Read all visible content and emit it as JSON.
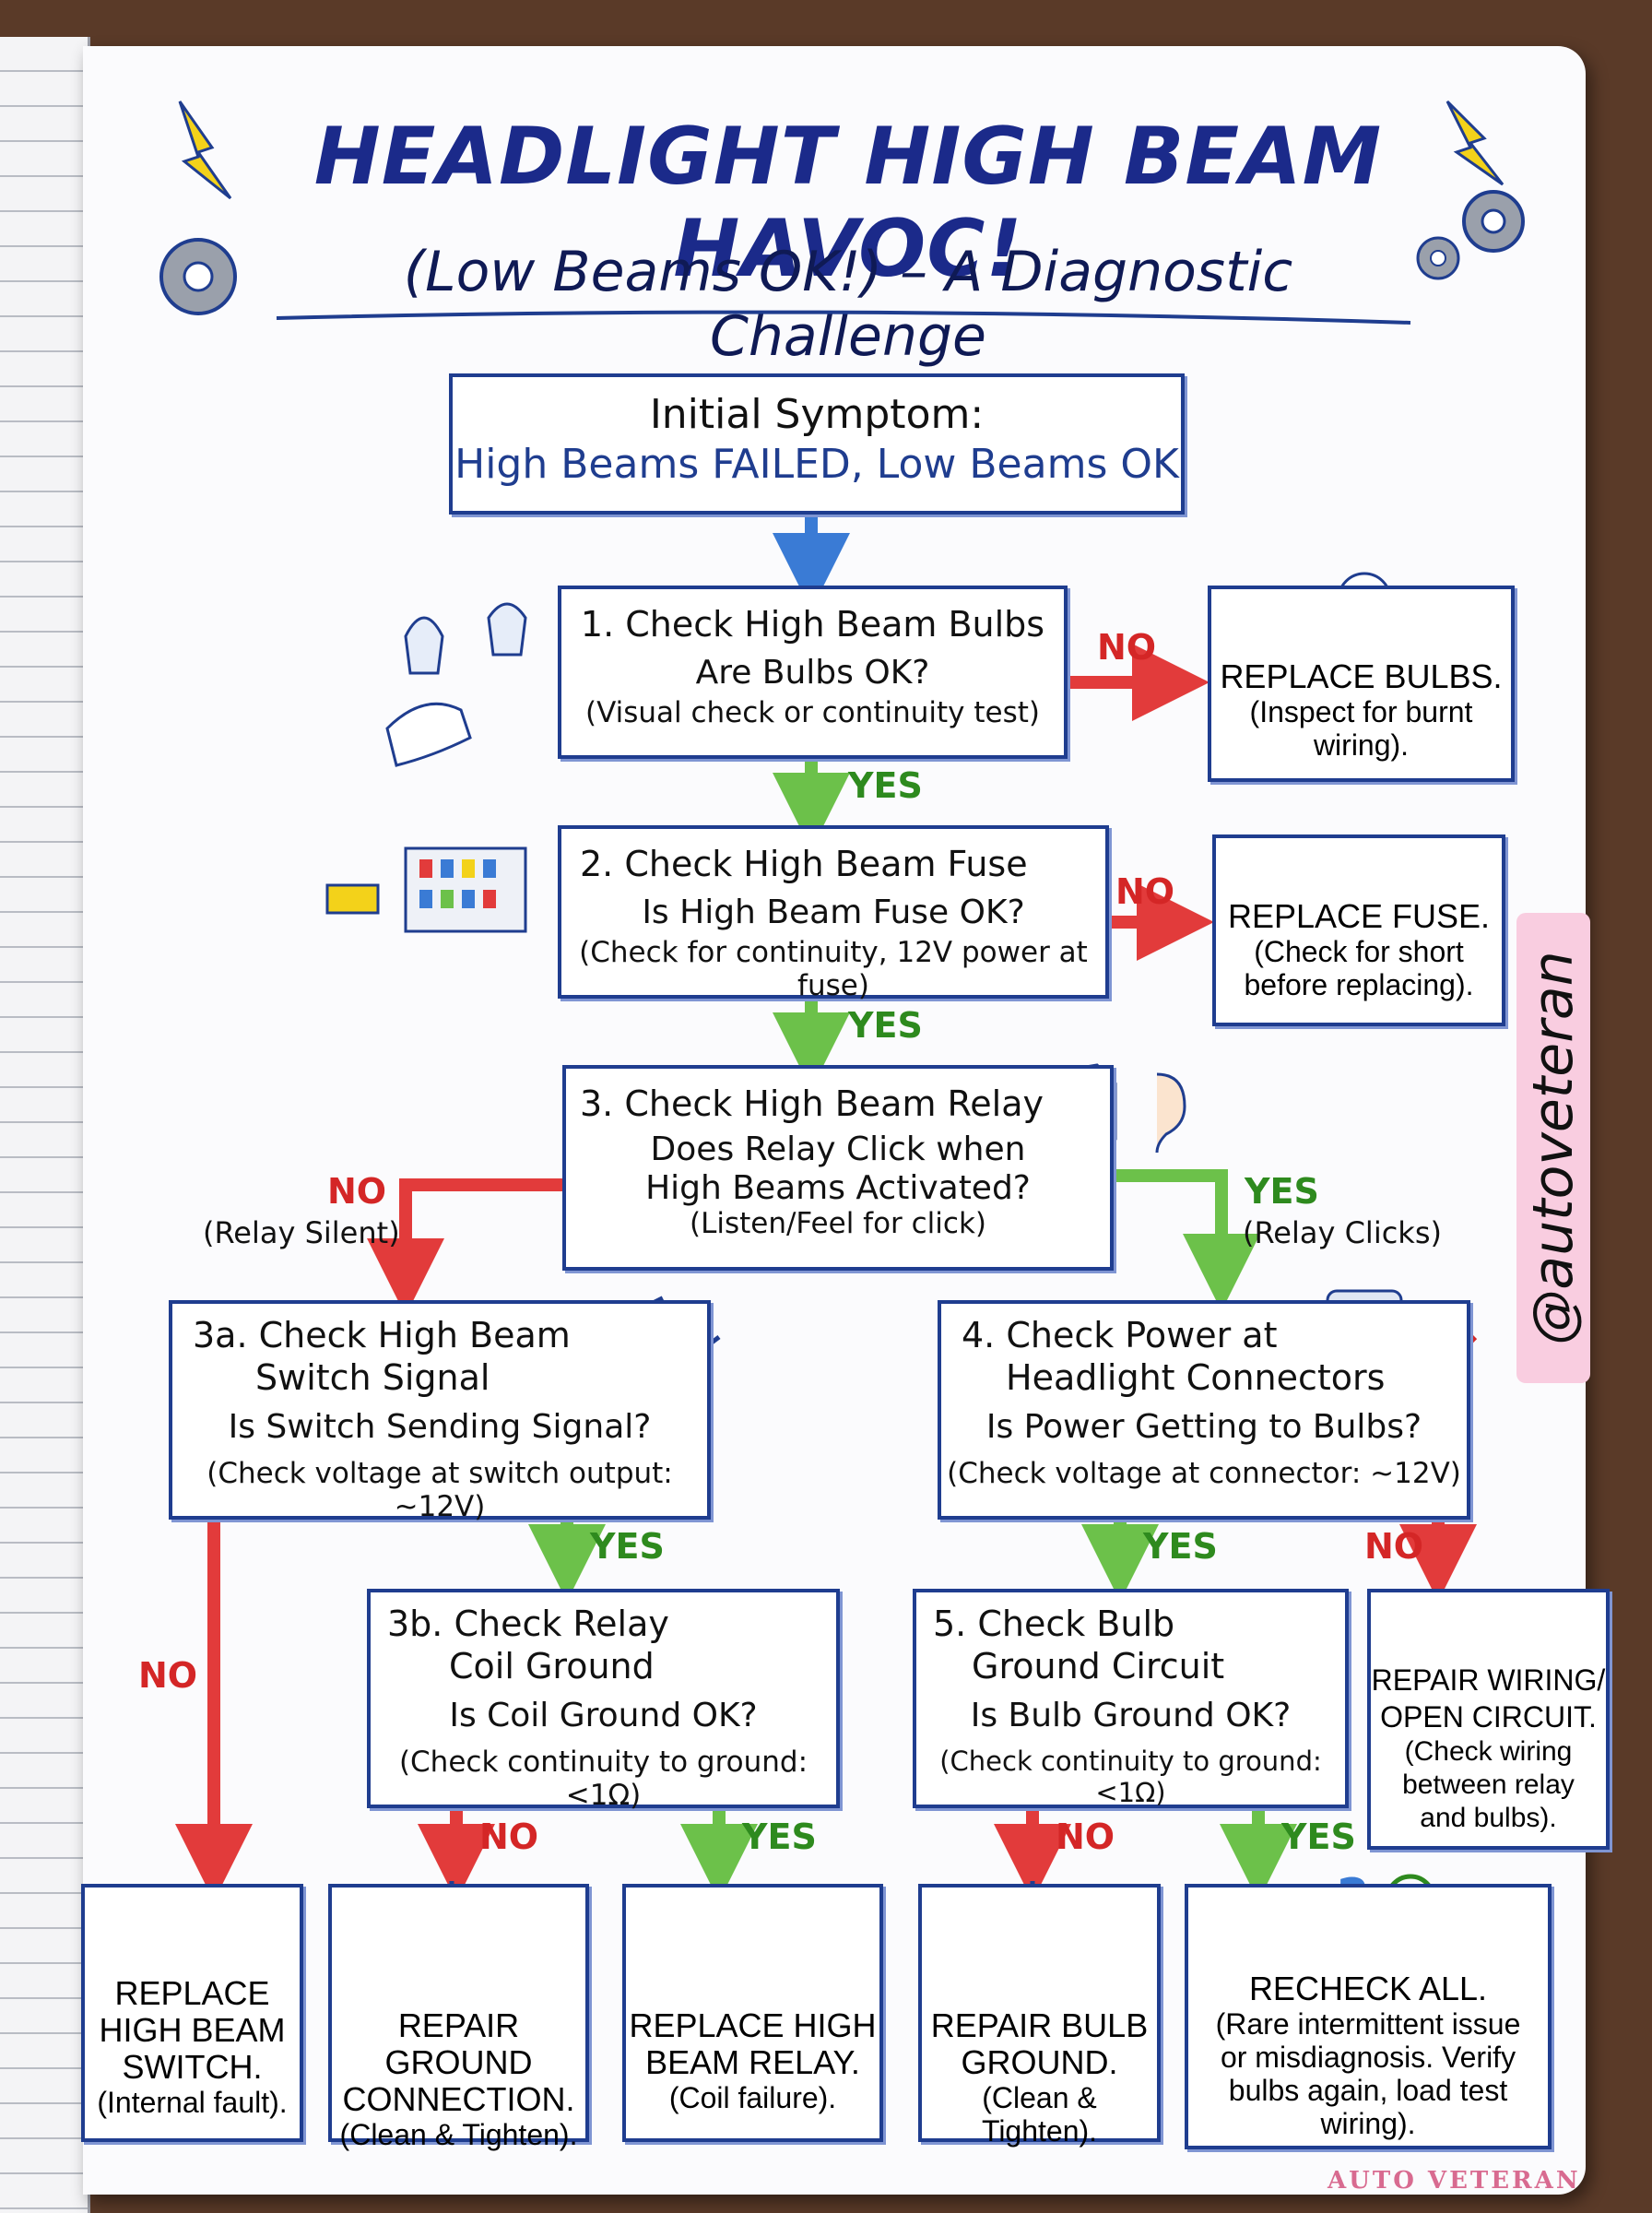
{
  "title": "HEADLIGHT HIGH BEAM HAVOC!",
  "subtitle": "(Low Beams OK!) – A Diagnostic Challenge",
  "watermark": "@autoveteran",
  "brand": "AUTO VETERAN",
  "colors": {
    "border": "#1f3d8f",
    "no": "#d42626",
    "yes": "#2e8a1e",
    "title": "#1b2a8a"
  },
  "start": {
    "title": "Initial Symptom:",
    "line": "High Beams FAILED, Low Beams OK"
  },
  "step1": {
    "title": "1. Check High Beam Bulbs",
    "question": "Are Bulbs OK?",
    "note": "(Visual check or continuity test)"
  },
  "step2": {
    "title": "2. Check High Beam Fuse",
    "question": "Is High Beam Fuse OK?",
    "note": "(Check for continuity, 12V power at fuse)"
  },
  "step3": {
    "title": "3. Check High Beam Relay",
    "question1": "Does Relay Click when",
    "question2": "High Beams Activated?",
    "note": "(Listen/Feel for click)"
  },
  "step3a": {
    "title1": "3a. Check High Beam",
    "title2": "Switch Signal",
    "question": "Is Switch Sending Signal?",
    "note": "(Check voltage at switch output: ~12V)"
  },
  "step3b": {
    "title1": "3b. Check Relay",
    "title2": "Coil Ground",
    "question": "Is Coil Ground OK?",
    "note": "(Check continuity to ground: <1Ω)"
  },
  "step4": {
    "title1": "4. Check Power at",
    "title2": "Headlight Connectors",
    "question": "Is Power Getting to Bulbs?",
    "note": "(Check voltage at connector: ~12V)"
  },
  "step5": {
    "title1": "5. Check Bulb",
    "title2": "Ground Circuit",
    "question": "Is Bulb Ground OK?",
    "note": "(Check continuity to ground: <1Ω)"
  },
  "labels": {
    "no": "NO",
    "yes": "YES",
    "relay_silent": "(Relay Silent)",
    "relay_clicks": "(Relay Clicks)"
  },
  "results": {
    "replace_bulbs": {
      "h": "REPLACE BULBS.",
      "n1": "(Inspect for burnt",
      "n2": "wiring)."
    },
    "replace_fuse": {
      "h": "REPLACE FUSE.",
      "n1": "(Check for short",
      "n2": "before replacing)."
    },
    "replace_switch": {
      "h1": "REPLACE",
      "h2": "HIGH BEAM",
      "h3": "SWITCH.",
      "n": "(Internal fault)."
    },
    "repair_ground": {
      "h1": "REPAIR GROUND",
      "h2": "CONNECTION.",
      "n": "(Clean & Tighten)."
    },
    "replace_relay": {
      "h1": "REPLACE HIGH",
      "h2": "BEAM RELAY.",
      "n": "(Coil failure)."
    },
    "repair_bulb_ground": {
      "h1": "REPAIR BULB",
      "h2": "GROUND.",
      "n": "(Clean & Tighten)."
    },
    "recheck": {
      "h": "RECHECK ALL.",
      "n1": "(Rare intermittent issue",
      "n2": "or misdiagnosis. Verify",
      "n3": "bulbs again, load test",
      "n4": "wiring)."
    },
    "repair_wiring": {
      "h1": "REPAIR WIRING/",
      "h2": "OPEN CIRCUIT.",
      "n1": "(Check wiring",
      "n2": "between relay",
      "n3": "and bulbs)."
    }
  }
}
